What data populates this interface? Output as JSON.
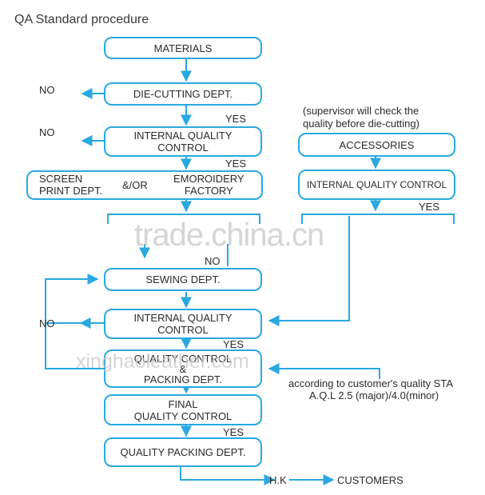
{
  "title": "QA Standard procedure",
  "boxes": {
    "materials": "MATERIALS",
    "die_cutting": "DIE-CUTTING DEPT.",
    "iqc1_l1": "INTERNAL QUALITY",
    "iqc1_l2": "CONTROL",
    "screen_l1": "SCREEN",
    "screen_l2": "PRINT DEPT.",
    "andor": "&/OR",
    "embroidery_l1": "EMOROIDERY",
    "embroidery_l2": "FACTORY",
    "sewing": "SEWING DEPT.",
    "iqc2_l1": "INTERNAL QUALITY",
    "iqc2_l2": "CONTROL",
    "qcpack_l1": "QUALITY CONTROL",
    "qcpack_l2": "&",
    "qcpack_l3": "PACKING DEPT.",
    "final_l1": "FINAL",
    "final_l2": "QUALITY CONTROL",
    "quality_packing": "QUALITY PACKING DEPT.",
    "accessories": "ACCESSORIES",
    "iqc_acc": "INTERNAL QUALITY CONTROL"
  },
  "labels": {
    "no": "NO",
    "yes": "YES",
    "supervisor_l1": "(supervisor will check the",
    "supervisor_l2": "quality before die-cutting)",
    "aql_l1": "according to customer's quality STA",
    "aql_l2": "A.Q.L 2.5 (major)/4.0(minor)",
    "hk": "H.K",
    "customers": "CUSTOMERS"
  },
  "watermarks": {
    "center": "trade.china.cn",
    "bottom": "xinghaoleather.com"
  },
  "colors": {
    "line": "#29a9e0",
    "text": "#2b2b2b",
    "watermark": "#c8c8c8"
  }
}
